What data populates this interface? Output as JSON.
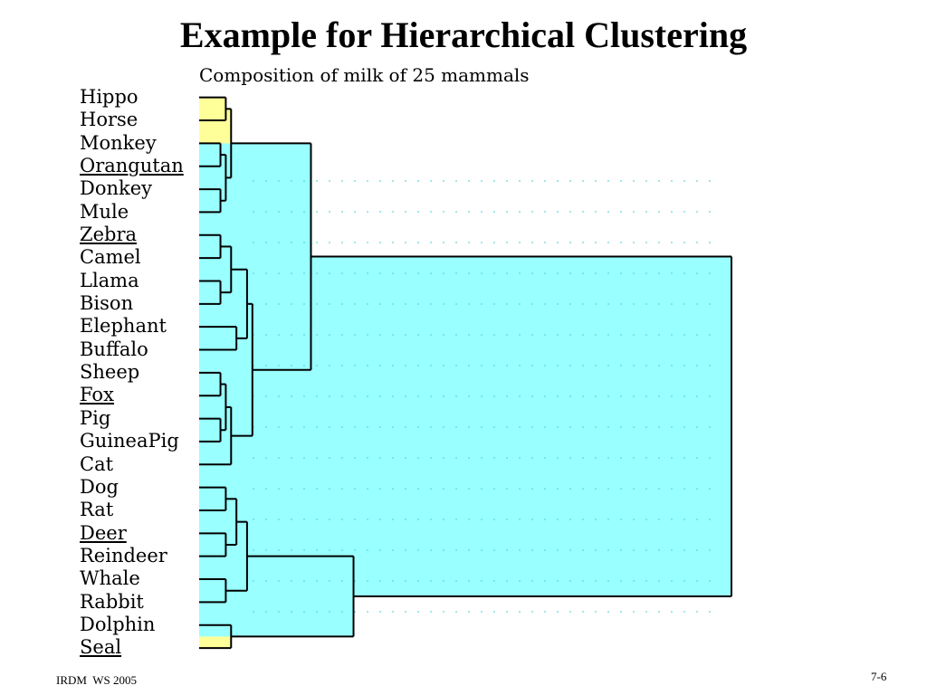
{
  "slide": {
    "title": "Example for Hierarchical Clustering",
    "footer_left": "IRDM  WS 2005",
    "footer_right": "7-6"
  },
  "colors": {
    "top_cluster_fill": "#99ffff",
    "leaf_cluster_fill": "#ffff99",
    "line": "#000000",
    "dots": "#5fd6d6"
  },
  "chart_data": {
    "type": "dendrogram",
    "title": "Composition of milk of 25 mammals",
    "orientation": "leaves-left",
    "leaves": [
      {
        "name": "Hippo",
        "underlined": false
      },
      {
        "name": "Horse",
        "underlined": false
      },
      {
        "name": "Monkey",
        "underlined": false
      },
      {
        "name": "Orangutan",
        "underlined": true
      },
      {
        "name": "Donkey",
        "underlined": false
      },
      {
        "name": "Mule",
        "underlined": false
      },
      {
        "name": "Zebra",
        "underlined": true
      },
      {
        "name": "Camel",
        "underlined": false
      },
      {
        "name": "Llama",
        "underlined": false
      },
      {
        "name": "Bison",
        "underlined": false
      },
      {
        "name": "Elephant",
        "underlined": false
      },
      {
        "name": "Buffalo",
        "underlined": false
      },
      {
        "name": "Sheep",
        "underlined": false
      },
      {
        "name": "Fox",
        "underlined": true
      },
      {
        "name": "Pig",
        "underlined": false
      },
      {
        "name": "GuineaPig",
        "underlined": false
      },
      {
        "name": "Cat",
        "underlined": false
      },
      {
        "name": "Dog",
        "underlined": false
      },
      {
        "name": "Rat",
        "underlined": false
      },
      {
        "name": "Deer",
        "underlined": true
      },
      {
        "name": "Reindeer",
        "underlined": false
      },
      {
        "name": "Whale",
        "underlined": false
      },
      {
        "name": "Rabbit",
        "underlined": false
      },
      {
        "name": "Dolphin",
        "underlined": false
      },
      {
        "name": "Seal",
        "underlined": true
      }
    ],
    "merges": [
      {
        "id": "n1",
        "a": 0,
        "b": 1,
        "height": 0.05
      },
      {
        "id": "n2",
        "a": 2,
        "b": 3,
        "height": 0.04
      },
      {
        "id": "n3",
        "a": 4,
        "b": 5,
        "height": 0.04
      },
      {
        "id": "n4",
        "a": "n2",
        "b": "n3",
        "height": 0.05
      },
      {
        "id": "n5",
        "a": "n1",
        "b": "n4",
        "height": 0.06
      },
      {
        "id": "n6",
        "a": 6,
        "b": 7,
        "height": 0.04
      },
      {
        "id": "n7",
        "a": 8,
        "b": 9,
        "height": 0.04
      },
      {
        "id": "n8",
        "a": "n6",
        "b": "n7",
        "height": 0.06
      },
      {
        "id": "n9",
        "a": 10,
        "b": 11,
        "height": 0.07
      },
      {
        "id": "n10",
        "a": "n8",
        "b": "n9",
        "height": 0.09
      },
      {
        "id": "n11",
        "a": 12,
        "b": 13,
        "height": 0.04
      },
      {
        "id": "n12",
        "a": 14,
        "b": 15,
        "height": 0.04
      },
      {
        "id": "n13",
        "a": "n11",
        "b": "n12",
        "height": 0.05
      },
      {
        "id": "n14",
        "a": "n13",
        "b": 16,
        "height": 0.06
      },
      {
        "id": "n15",
        "a": "n10",
        "b": "n14",
        "height": 0.1
      },
      {
        "id": "n16",
        "a": "n5",
        "b": "n15",
        "height": 0.21
      },
      {
        "id": "n17",
        "a": 17,
        "b": 18,
        "height": 0.05
      },
      {
        "id": "n18",
        "a": 19,
        "b": 20,
        "height": 0.05
      },
      {
        "id": "n19",
        "a": "n17",
        "b": "n18",
        "height": 0.07
      },
      {
        "id": "n20",
        "a": 21,
        "b": 22,
        "height": 0.05
      },
      {
        "id": "n21",
        "a": "n19",
        "b": "n20",
        "height": 0.09
      },
      {
        "id": "n22",
        "a": 23,
        "b": 24,
        "height": 0.06
      },
      {
        "id": "n23",
        "a": "n21",
        "b": "n22",
        "height": 0.29
      },
      {
        "id": "n24",
        "a": "n16",
        "b": "n23",
        "height": 1.0
      }
    ]
  }
}
